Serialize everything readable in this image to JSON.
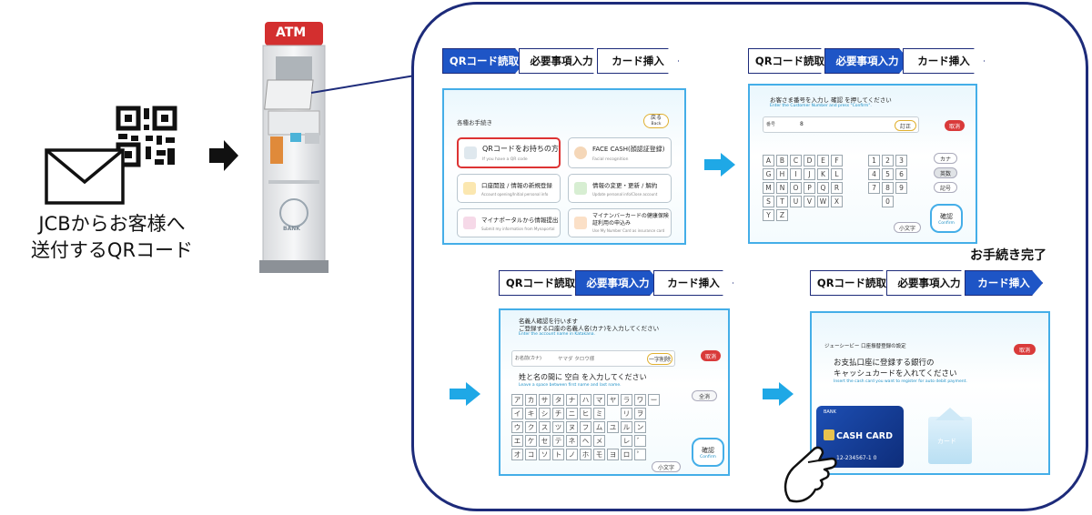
{
  "caption": {
    "line1": "JCBからお客様へ",
    "line2": "送付するQRコード"
  },
  "atm": {
    "sign": "ATM",
    "brand": "BANK"
  },
  "steps": [
    "QRコード読取",
    "必要事項入力",
    "カード挿入"
  ],
  "complete_label": "お手続き完了",
  "panel1": {
    "heading": "各種お手続き",
    "back": "戻る",
    "back_sub": "Back",
    "buttons": [
      {
        "label": "QRコードをお持ちの方",
        "sub": "If you have a QR code"
      },
      {
        "label": "FACE CASH(顔認証登録)",
        "sub": "Facial recognition"
      },
      {
        "label": "口座開設 / 情報の新規登録",
        "sub": "Account opening/Initial personal info"
      },
      {
        "label": "情報の変更・更新 / 解約",
        "sub": "Update personal info/Close account"
      },
      {
        "label": "マイナポータルから情報提出",
        "sub": "Submit my information from Mynaportal"
      },
      {
        "label": "マイナンバーカードの健康保険証利用の申込み",
        "sub": "Use My Number Card as insurance card"
      }
    ]
  },
  "panel2": {
    "instruction": "お客さま番号を入力し 確認 を押してください",
    "instruction_en": "Enter the Customer Number and press \"Confirm\".",
    "field_label": "番号",
    "field_value": "8",
    "clear": "訂正",
    "cancel": "取消",
    "letters": [
      "A",
      "B",
      "C",
      "D",
      "E",
      "F",
      "G",
      "H",
      "I",
      "J",
      "K",
      "L",
      "M",
      "N",
      "O",
      "P",
      "Q",
      "R",
      "S",
      "T",
      "U",
      "V",
      "W",
      "X",
      "Y",
      "Z"
    ],
    "digits": [
      "1",
      "2",
      "3",
      "4",
      "5",
      "6",
      "7",
      "8",
      "9",
      "0"
    ],
    "side": [
      "カナ",
      "英数",
      "記号"
    ],
    "confirm": "確認",
    "confirm_en": "Confirm",
    "small_char": "小文字"
  },
  "panel3": {
    "title": "名義人確認を行います",
    "instruction": "ご登録する口座の名義人名(カナ)を入力してください",
    "instruction_en": "Enter the account name in Katakana.",
    "field_label": "お名前(カナ)",
    "field_value": "ヤマダ タロウ様",
    "single_delete": "一字削除",
    "cancel": "取消",
    "space_instruction": "姓と名の間に 空白 を入力してください",
    "space_word": "空白",
    "space_instruction_en": "Leave a space between first name and last name.",
    "kana_rows": [
      [
        "ア",
        "カ",
        "サ",
        "タ",
        "ナ",
        "ハ",
        "マ",
        "ヤ",
        "ラ",
        "ワ",
        "ー"
      ],
      [
        "イ",
        "キ",
        "シ",
        "チ",
        "ニ",
        "ヒ",
        "ミ",
        "",
        "リ",
        "ヲ",
        ""
      ],
      [
        "ウ",
        "ク",
        "ス",
        "ツ",
        "ヌ",
        "フ",
        "ム",
        "ユ",
        "ル",
        "ン",
        ""
      ],
      [
        "エ",
        "ケ",
        "セ",
        "テ",
        "ネ",
        "ヘ",
        "メ",
        "",
        "レ",
        "゛",
        ""
      ],
      [
        "オ",
        "コ",
        "ソ",
        "ト",
        "ノ",
        "ホ",
        "モ",
        "ヨ",
        "ロ",
        "゜",
        ""
      ]
    ],
    "all_clear": "全消",
    "confirm": "確認",
    "confirm_en": "Confirm",
    "small_char": "小文字"
  },
  "panel4": {
    "header": "ジェーシービー 口座振替登録の設定",
    "instruction_line1": "お支払口座に登録する銀行の",
    "instruction_line2": "キャッシュカードを入れてください",
    "instruction_en": "Insert the cash card you want to register for auto debit payment.",
    "cancel": "取消",
    "card_bank": "BANK",
    "card_title": "CASH CARD",
    "card_number": "12-234567-1 0",
    "slot_label": "カード"
  },
  "colors": {
    "accent": "#1e55c6",
    "frame": "#1d2b7a",
    "arrow": "#1fa8e6",
    "atm_red": "#d32f2f"
  }
}
